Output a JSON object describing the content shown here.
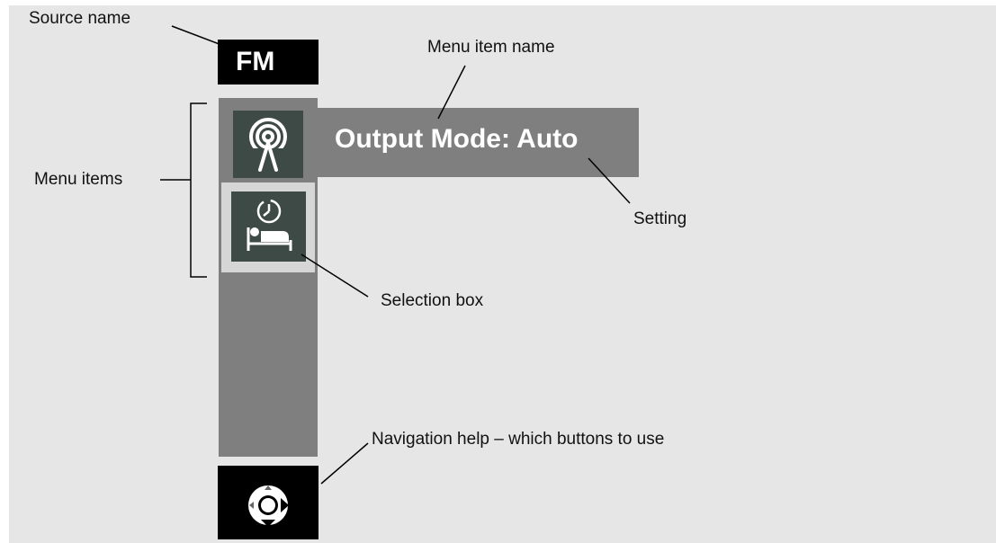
{
  "source": {
    "name": "FM"
  },
  "menu_item": {
    "name": "Output Mode",
    "setting": "Auto",
    "label": "Output Mode: Auto"
  },
  "menu_items": [
    {
      "icon": "radio-antenna-icon"
    },
    {
      "icon": "sleep-timer-icon"
    }
  ],
  "navigation": {
    "icon": "navigation-dpad-icon"
  },
  "callouts": {
    "source_name": "Source name",
    "menu_item_name": "Menu item name",
    "menu_items": "Menu items",
    "setting": "Setting",
    "selection_box": "Selection box",
    "navigation_help": "Navigation help – which buttons to use"
  },
  "colors": {
    "background": "#e6e6e6",
    "panel": "#7f7f7f",
    "icon_box": "#3e4a46",
    "selection": "#d6d6d6",
    "dark": "#000000",
    "text_light": "#ffffff"
  }
}
